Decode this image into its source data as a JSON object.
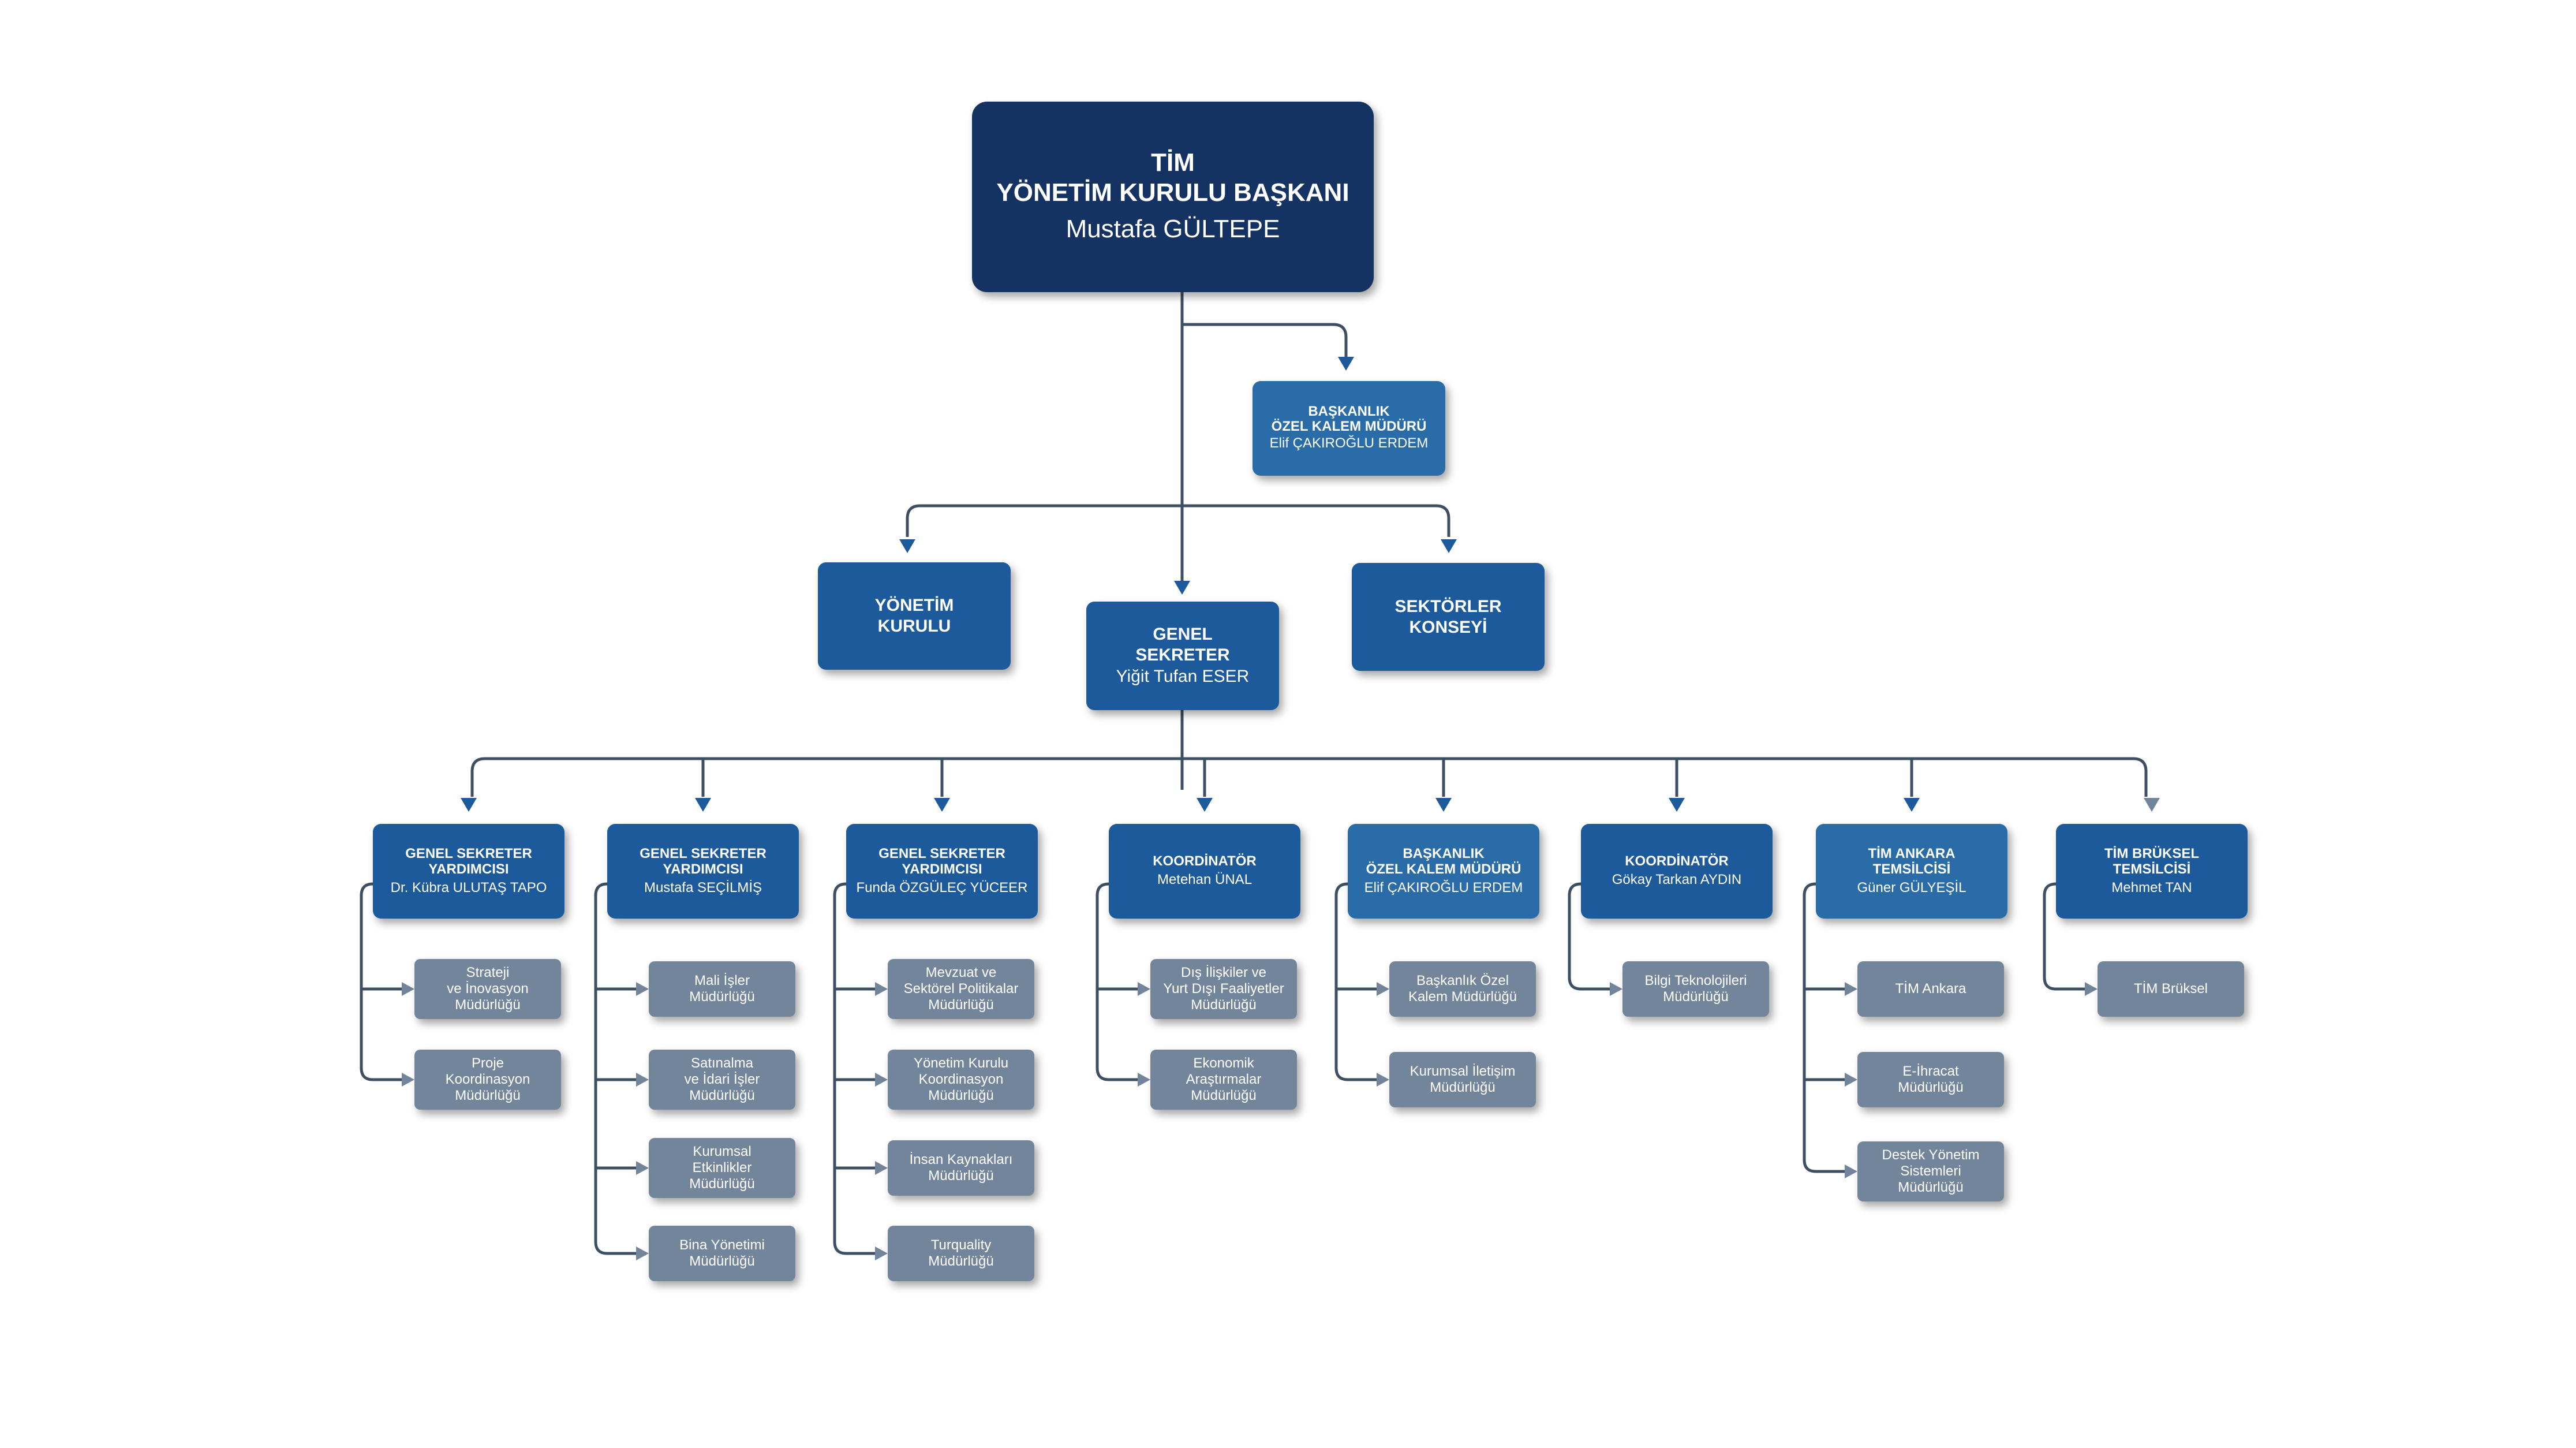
{
  "top": {
    "title_l1": "TİM",
    "title_l2": "YÖNETİM KURULU BAŞKANI",
    "name": "Mustafa GÜLTEPE"
  },
  "private_office": {
    "title": "BAŞKANLIK\nÖZEL KALEM MÜDÜRÜ",
    "name": "Elif ÇAKIROĞLU ERDEM"
  },
  "executive_board": {
    "title": "YÖNETİM\nKURULU"
  },
  "sector_councils": {
    "title": "SEKTÖRLER\nKONSEYİ"
  },
  "secretary_general": {
    "title": "GENEL\nSEKRETER",
    "name": "Yiğit Tufan ESER"
  },
  "departments": [
    {
      "title": "GENEL SEKRETER\nYARDIMCISI",
      "name": "Dr. Kübra ULUTAŞ TAPO",
      "units": [
        "Strateji\nve İnovasyon\nMüdürlüğü",
        "Proje\nKoordinasyon\nMüdürlüğü"
      ]
    },
    {
      "title": "GENEL SEKRETER\nYARDIMCISI",
      "name": "Mustafa SEÇİLMİŞ",
      "units": [
        "Mali İşler\nMüdürlüğü",
        "Satınalma\nve İdari İşler\nMüdürlüğü",
        "Kurumsal\nEtkinlikler\nMüdürlüğü",
        "Bina Yönetimi\nMüdürlüğü"
      ]
    },
    {
      "title": "GENEL SEKRETER\nYARDIMCISI",
      "name": "Funda ÖZGÜLEÇ YÜCEER",
      "units": [
        "Mevzuat ve\nSektörel Politikalar\nMüdürlüğü",
        "Yönetim Kurulu\nKoordinasyon\nMüdürlüğü",
        "İnsan Kaynakları\nMüdürlüğü",
        "Turquality\nMüdürlüğü"
      ]
    },
    {
      "title": "KOORDİNATÖR",
      "name": "Metehan ÜNAL",
      "units": [
        "Dış İlişkiler ve\nYurt Dışı Faaliyetler\nMüdürlüğü",
        "Ekonomik\nAraştırmalar\nMüdürlüğü"
      ]
    },
    {
      "title": "BAŞKANLIK\nÖZEL KALEM MÜDÜRÜ",
      "name": "Elif ÇAKIROĞLU ERDEM",
      "units": [
        "Başkanlık Özel\nKalem Müdürlüğü",
        "Kurumsal İletişim\nMüdürlüğü"
      ]
    },
    {
      "title": "KOORDİNATÖR",
      "name": "Gökay Tarkan AYDIN",
      "units": [
        "Bilgi Teknolojileri\nMüdürlüğü"
      ]
    },
    {
      "title": "TİM ANKARA\nTEMSİLCİSİ",
      "name": "Güner GÜLYEŞİL",
      "units": [
        "TİM Ankara",
        "E-İhracat\nMüdürlüğü",
        "Destek Yönetim\nSistemleri\nMüdürlüğü"
      ]
    },
    {
      "title": "TİM BRÜKSEL\nTEMSİLCİSİ",
      "name": "Mehmet TAN",
      "units": [
        "TİM Brüksel"
      ]
    }
  ],
  "colors": {
    "top_box": "#143362",
    "mid_box": "#1c5a9b",
    "light_box": "#2a6ca8",
    "unit_box": "#73859a",
    "connector": "#3d4f63",
    "arrow_blue": "#1c5a9b",
    "arrow_grey": "#73859a"
  }
}
